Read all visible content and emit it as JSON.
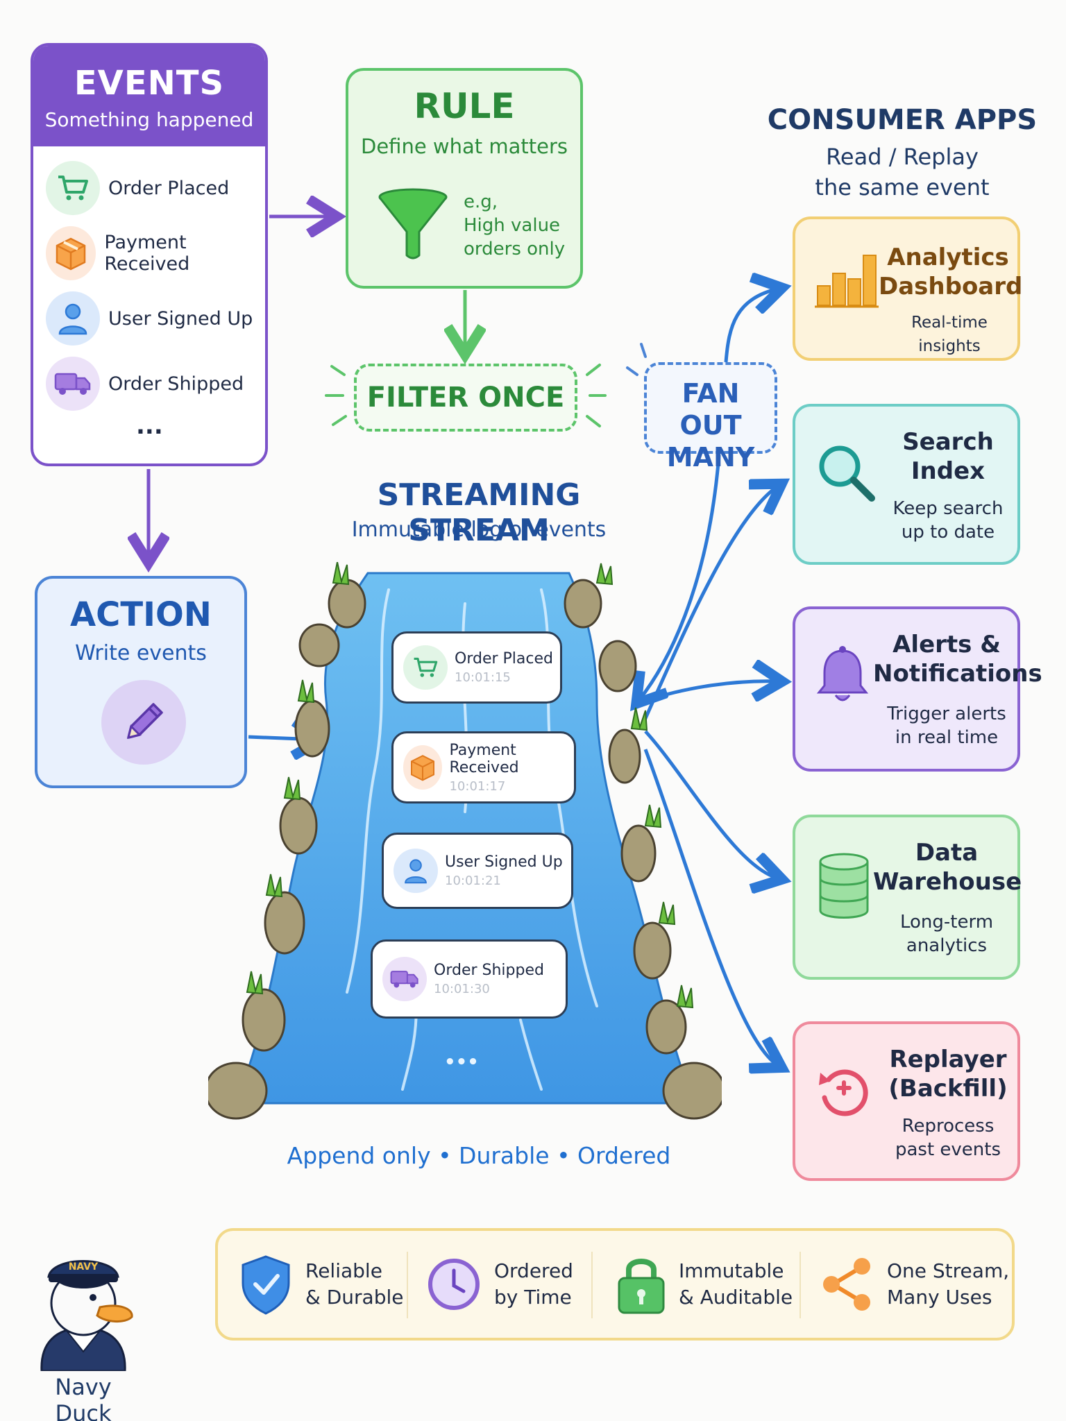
{
  "events": {
    "title": "EVENTS",
    "subtitle": "Something happened",
    "items": [
      {
        "label": "Order Placed",
        "icon": "cart-icon"
      },
      {
        "label": "Payment Received",
        "icon": "box-icon"
      },
      {
        "label": "User Signed Up",
        "icon": "user-icon"
      },
      {
        "label": "Order Shipped",
        "icon": "truck-icon"
      }
    ],
    "more": "..."
  },
  "rule": {
    "title": "RULE",
    "subtitle": "Define what matters",
    "example_lines": [
      "e.g,",
      "High value",
      "orders only"
    ]
  },
  "filter_once": "FILTER ONCE",
  "fan_out": [
    "FAN OUT",
    "MANY"
  ],
  "action": {
    "title": "ACTION",
    "subtitle": "Write events"
  },
  "stream": {
    "title": "STREAMING STREAM",
    "subtitle": "Immutable log of events",
    "events": [
      {
        "label": "Order Placed",
        "time": "10:01:15",
        "icon": "cart-icon"
      },
      {
        "label": "Payment Received",
        "time": "10:01:17",
        "icon": "box-icon"
      },
      {
        "label": "User Signed Up",
        "time": "10:01:21",
        "icon": "user-icon"
      },
      {
        "label": "Order Shipped",
        "time": "10:01:30",
        "icon": "truck-icon"
      }
    ],
    "more": "•••",
    "properties": "Append only  •  Durable  •  Ordered"
  },
  "consumers": {
    "title": "CONSUMER APPS",
    "subtitle_lines": [
      "Read / Replay",
      "the same event"
    ],
    "apps": [
      {
        "name_lines": [
          "Analytics",
          "Dashboard"
        ],
        "desc_lines": [
          "Real-time insights"
        ],
        "icon": "bar-chart-icon",
        "color": "#f0b43a"
      },
      {
        "name_lines": [
          "Search",
          "Index"
        ],
        "desc_lines": [
          "Keep search",
          "up to date"
        ],
        "icon": "magnifier-icon",
        "color": "#3bb8b0"
      },
      {
        "name_lines": [
          "Alerts &",
          "Notifications"
        ],
        "desc_lines": [
          "Trigger alerts",
          "in real time"
        ],
        "icon": "bell-icon",
        "color": "#8a63d2"
      },
      {
        "name_lines": [
          "Data",
          "Warehouse"
        ],
        "desc_lines": [
          "Long-term",
          "analytics"
        ],
        "icon": "database-icon",
        "color": "#5cc46a"
      },
      {
        "name_lines": [
          "Replayer",
          "(Backfill)"
        ],
        "desc_lines": [
          "Reprocess",
          "past events"
        ],
        "icon": "replay-icon",
        "color": "#e9607a"
      }
    ]
  },
  "features": [
    {
      "lines": [
        "Reliable",
        "& Durable"
      ],
      "icon": "shield-icon"
    },
    {
      "lines": [
        "Ordered",
        "by Time"
      ],
      "icon": "clock-icon"
    },
    {
      "lines": [
        "Immutable",
        "& Auditable"
      ],
      "icon": "lock-icon"
    },
    {
      "lines": [
        "One Stream,",
        "Many Uses"
      ],
      "icon": "share-icon"
    }
  ],
  "mascot": {
    "label": "Navy Duck",
    "hat_text": "NAVY"
  }
}
